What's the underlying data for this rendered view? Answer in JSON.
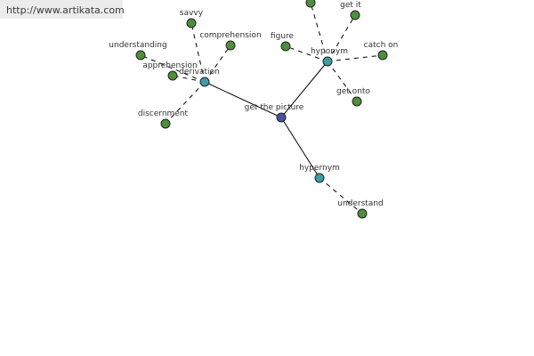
{
  "watermark": "http://www.artikata.com",
  "colors": {
    "center_node": "#4a4f9e",
    "relation_node": "#3d9da3",
    "leaf_node": "#4e8e3c",
    "edge": "#000000"
  },
  "graph": {
    "center": "get the picture",
    "relations": [
      {
        "label": "derivation",
        "leaves": [
          "savvy",
          "comprehension",
          "understanding",
          "apprehension",
          "discernment"
        ]
      },
      {
        "label": "hyponym",
        "leaves": [
          "get it",
          "figure",
          "catch on",
          "get onto"
        ]
      },
      {
        "label": "hypernym",
        "leaves": [
          "understand"
        ]
      }
    ],
    "unlabeled_leaves": 1
  }
}
